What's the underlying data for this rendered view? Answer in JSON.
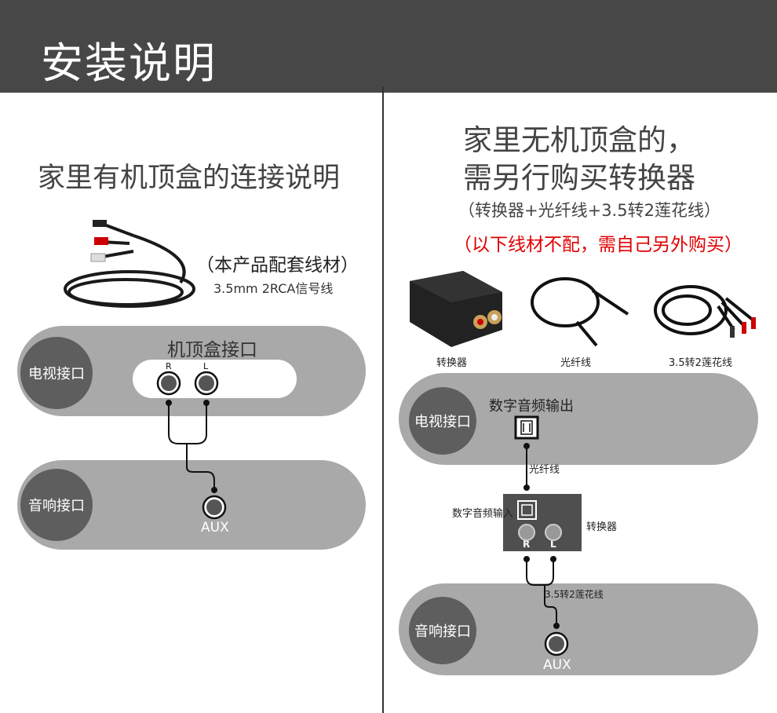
{
  "header": {
    "title": "安装说明"
  },
  "left": {
    "heading": "家里有机顶盒的连接说明",
    "included_note": "（本产品配套线材）",
    "cable_name": "3.5mm 2RCA信号线",
    "tv_panel": {
      "badge": "电视接口",
      "port_title": "机顶盒接口",
      "jack_r": "R",
      "jack_l": "L"
    },
    "speaker_panel": {
      "badge": "音响接口",
      "jack": "AUX"
    }
  },
  "right": {
    "heading_line1": "家里无机顶盒的，",
    "heading_line2": "需另行购买转换器",
    "parts_note": "（转换器+光纤线+3.5转2莲花线）",
    "warning": "（以下线材不配，需自己另外购买）",
    "warning_color": "#e00000",
    "products": [
      {
        "label": "转换器"
      },
      {
        "label": "光纤线"
      },
      {
        "label": "3.5转2莲花线"
      }
    ],
    "tv_panel": {
      "badge": "电视接口",
      "port_title": "数字音频输出"
    },
    "optical_cable_label": "光纤线",
    "converter": {
      "label": "转换器",
      "input_label": "数字音频输入",
      "jack_r": "R",
      "jack_l": "L"
    },
    "rca_cable_label": "3.5转2莲花线",
    "speaker_panel": {
      "badge": "音响接口",
      "jack": "AUX"
    }
  }
}
